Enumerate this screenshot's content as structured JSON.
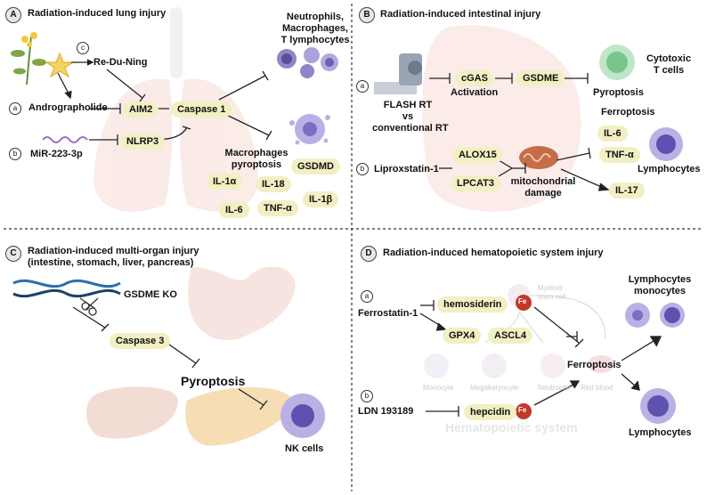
{
  "panelA": {
    "badge": "A",
    "title": "Radiation-induced lung injury",
    "sub_a": "a",
    "sub_b": "b",
    "sub_c": "c",
    "re_du_ning": "Re-Du-Ning",
    "andrographolide": "Andrographolide",
    "mir": "MiR-223-3p",
    "aim2": "AIM2",
    "nlrp3": "NLRP3",
    "caspase1": "Caspase 1",
    "cells_line1": "Neutrophils,",
    "cells_line2": "Macrophages,",
    "cells_line3": "T lymphocytes",
    "macro_line1": "Macrophages",
    "macro_line2": "pyroptosis",
    "gsdmd": "GSDMD",
    "il1a": "IL-1α",
    "il18": "IL-18",
    "il6": "IL-6",
    "tnfa": "TNF-α",
    "il1b": "IL-1β"
  },
  "panelB": {
    "badge": "B",
    "title": "Radiation-induced intestinal injury",
    "sub_a": "a",
    "sub_b": "b",
    "cgas": "cGAS",
    "gsdme": "GSDME",
    "activation": "Activation",
    "pyroptosis": "Pyroptosis",
    "cytotoxic_line1": "Cytotoxic",
    "cytotoxic_line2": "T cells",
    "flash_line1": "FLASH RT",
    "flash_line2": "vs",
    "flash_line3": "conventional RT",
    "liproxstatin": "Liproxstatin-1",
    "alox15": "ALOX15",
    "lpcat3": "LPCAT3",
    "mito_line1": "mitochondrial",
    "mito_line2": "damage",
    "ferroptosis": "Ferroptosis",
    "il6": "IL-6",
    "tnfa": "TNF-α",
    "il17": "IL-17",
    "lymphocytes": "Lymphocytes"
  },
  "panelC": {
    "badge": "C",
    "title_line1": "Radiation-induced multi-organ injury",
    "title_line2": "(intestine, stomach, liver, pancreas)",
    "gsdme_ko": "GSDME KO",
    "caspase3": "Caspase 3",
    "pyroptosis": "Pyroptosis",
    "nk_cells": "NK cells"
  },
  "panelD": {
    "badge": "D",
    "title": "Radiation-induced hematopoietic system injury",
    "sub_a": "a",
    "sub_b": "b",
    "ferrostatin": "Ferrostatin-1",
    "hemosiderin": "hemosiderin",
    "fe": "Fe",
    "myeloid_line1": "Myeloid",
    "myeloid_line2": "stem cell",
    "gpx4": "GPX4",
    "ascl4": "ASCL4",
    "ferroptosis": "Ferroptosis",
    "monocyte": "Monocyte",
    "megakaryocyte": "Megakaryocyte",
    "neutrophil": "Neutrophil",
    "red_blood": "Red blood",
    "hematopoietic": "Hematopoietic system",
    "ldn": "LDN 193189",
    "hepcidin": "hepcidin",
    "lymph_mono_line1": "Lymphocytes",
    "lymph_mono_line2": "monocytes",
    "lymphocytes": "Lymphocytes"
  },
  "colors": {
    "pill": "#f2efc3",
    "fe_red": "#c0392b",
    "lavender": "#8f86c8",
    "pale_organ": "#f9e0dc",
    "divider": "#333333"
  }
}
